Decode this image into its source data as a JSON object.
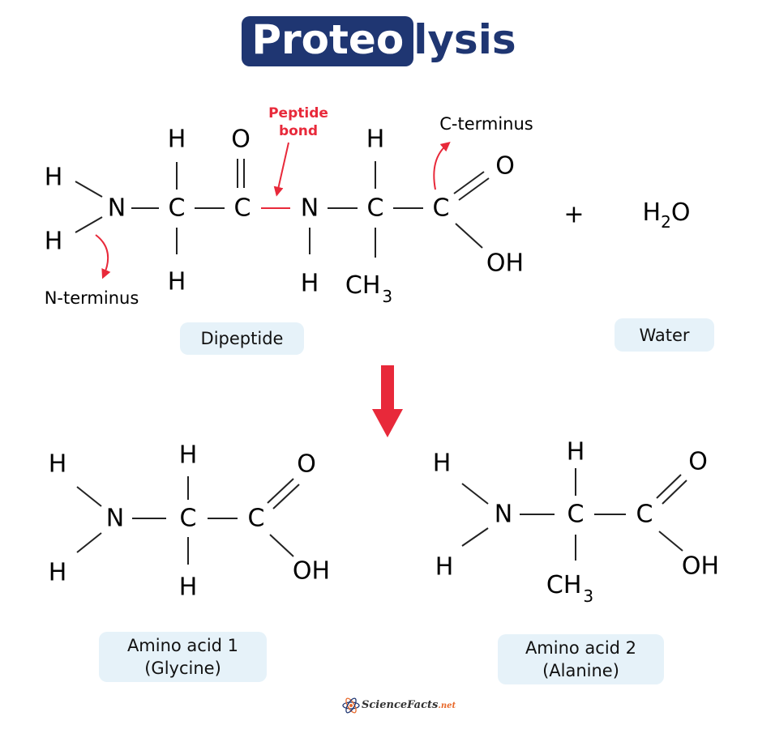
{
  "title": {
    "highlight": "Proteo",
    "rest": "lysis"
  },
  "atoms": {
    "H": "H",
    "N": "N",
    "C": "C",
    "O": "O",
    "OH": "OH",
    "CH3_base": "CH",
    "CH3_sub": "3",
    "water_H": "H",
    "water_sub": "2",
    "water_O": "O",
    "plus": "+"
  },
  "annotations": {
    "peptide_bond_line1": "Peptide",
    "peptide_bond_line2": "bond",
    "c_terminus": "C-terminus",
    "n_terminus": "N-terminus"
  },
  "labels": {
    "dipeptide": "Dipeptide",
    "water": "Water",
    "amino_acid_1_line1": "Amino acid 1",
    "amino_acid_1_line2": "(Glycine)",
    "amino_acid_2_line1": "Amino acid 2",
    "amino_acid_2_line2": "(Alanine)"
  },
  "colors": {
    "title_bg": "#1f3672",
    "accent_red": "#e8293a",
    "label_bg": "#e6f2f9"
  },
  "logo": {
    "brand": "ScienceFacts",
    "suffix": ".net"
  }
}
